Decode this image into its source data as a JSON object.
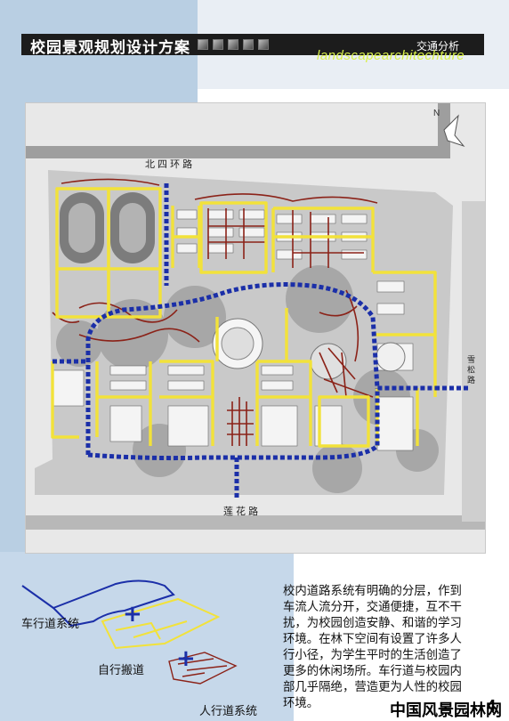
{
  "header": {
    "title": "校园景观规划设计方案",
    "section": "交通分析",
    "subtitle_en": "landscapearchitechture"
  },
  "map": {
    "north_label": "N",
    "road_north": "北 四 环 路",
    "road_south": "莲 花 路",
    "road_east": "雪 松 路"
  },
  "legend": {
    "vehicle": "车行道系统",
    "bicycle": "自行搬道",
    "pedestrian": "人行道系统"
  },
  "description": "校内道路系统有明确的分层，作到车流人流分开，交通便捷，互不干扰，为校园创造安静、和谐的学习环境。在林下空间有设置了许多人行小径，为学生平时的生活创造了更多的休闲场所。车行道与校园内部几乎隔绝，营造更为人性的校园环境。",
  "footer": {
    "logo": "中国风景园林网",
    "page": "4"
  },
  "colors": {
    "vehicle_road": "#1b2fa8",
    "bicycle_road": "#f2e23a",
    "pedestrian_path": "#8b2218",
    "header_bar": "#1c1c1c"
  }
}
